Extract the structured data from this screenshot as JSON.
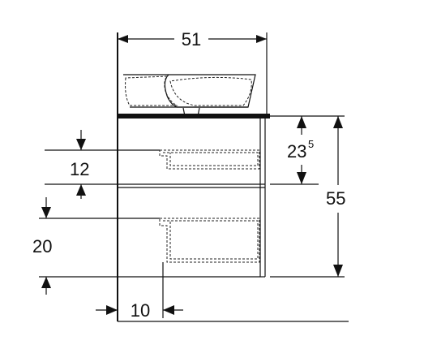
{
  "dimensions": {
    "width_top": "51",
    "drawer_front_height_main": "23",
    "drawer_front_height_sup": "5",
    "total_height": "55",
    "top_drawer_inner": "12",
    "bottom_drawer_inner": "20",
    "wall_offset": "10"
  }
}
